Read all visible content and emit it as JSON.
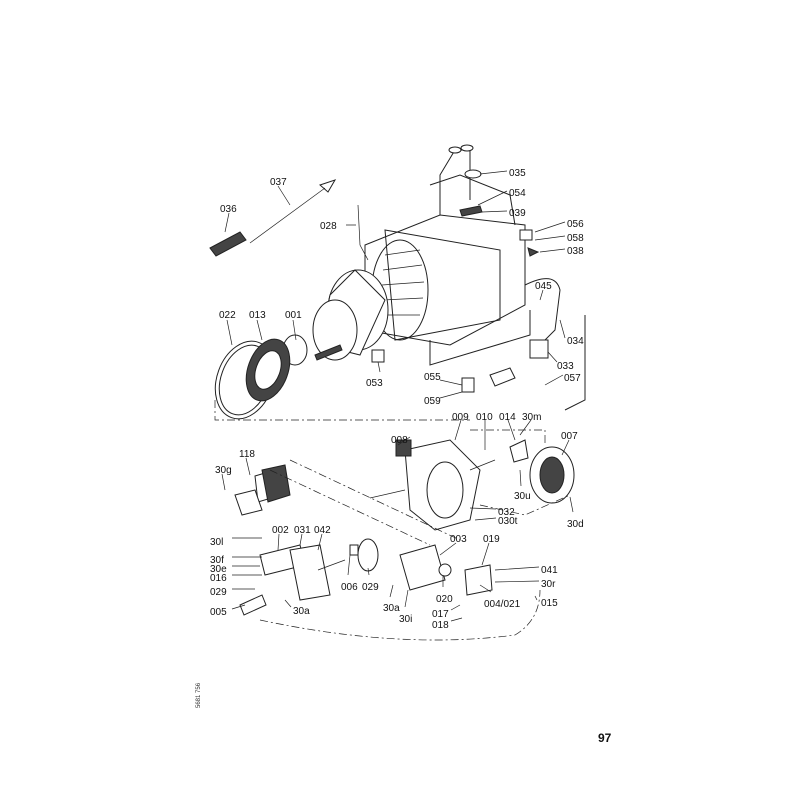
{
  "page_number": "97",
  "document_code": "5681 756",
  "callouts": [
    "037",
    "036",
    "028",
    "035",
    "054",
    "039",
    "056",
    "058",
    "038",
    "045",
    "034",
    "033",
    "022",
    "013",
    "001",
    "053",
    "055",
    "059",
    "057",
    "009",
    "010",
    "014",
    "30m",
    "007",
    "008",
    "118",
    "30g",
    "30u",
    "032",
    "030t",
    "30d",
    "002",
    "031",
    "042",
    "30l",
    "003",
    "019",
    "30f",
    "041",
    "30e",
    "30r",
    "016",
    "006",
    "029",
    "020",
    "004/021",
    "029",
    "015",
    "005",
    "30a",
    "30a",
    "30i",
    "017",
    "018"
  ]
}
